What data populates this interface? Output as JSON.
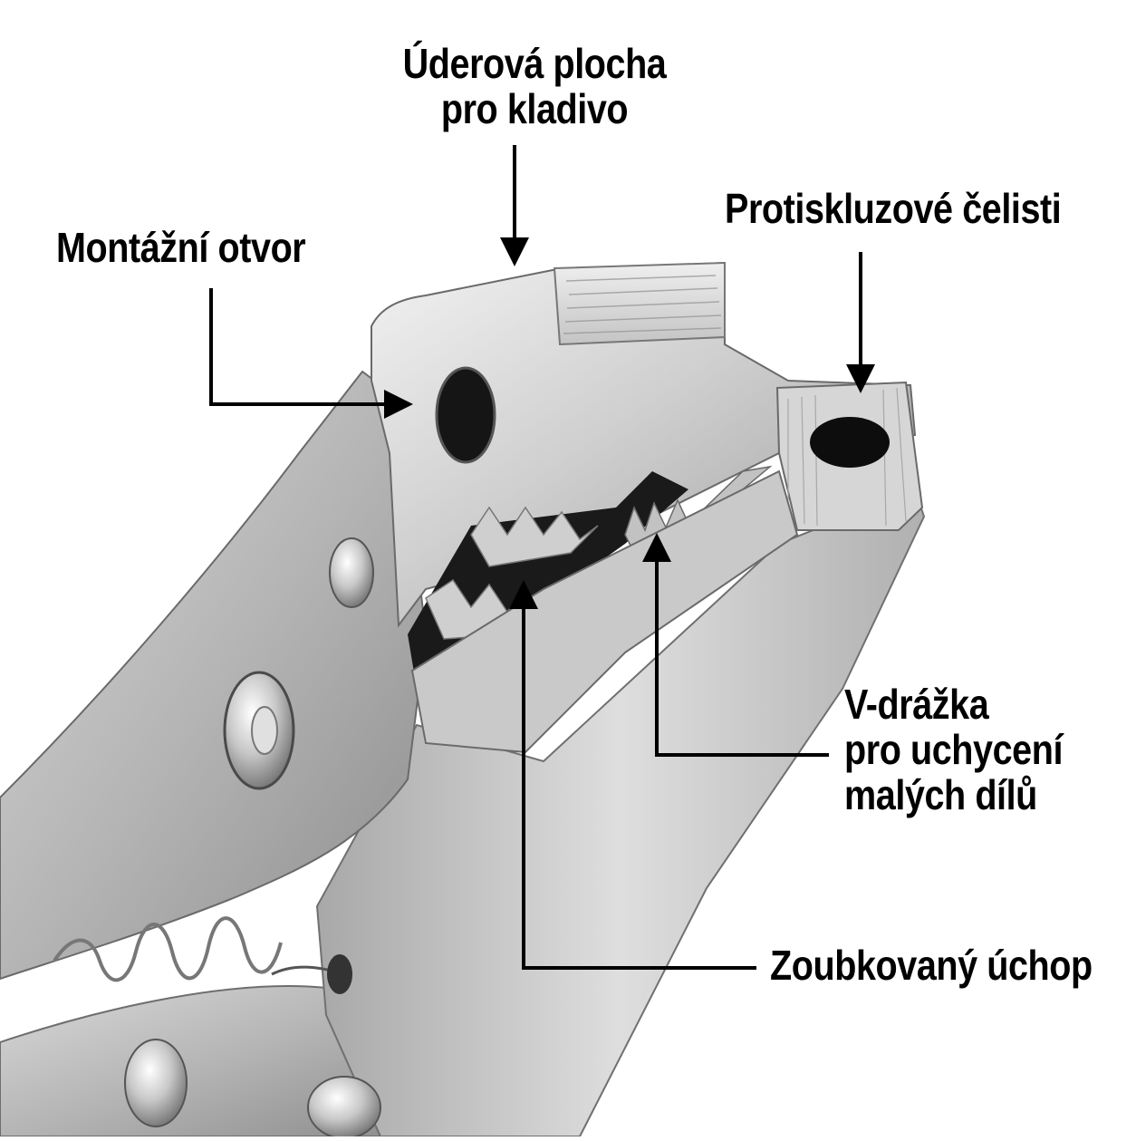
{
  "labels": {
    "hammer_face": {
      "line1": "Úderová plocha",
      "line2": "pro kladivo"
    },
    "mounting_hole": "Montážní otvor",
    "anti_slip_jaws": "Protiskluzové čelisti",
    "v_groove": {
      "line1": "V-drážka",
      "line2": "pro uchycení",
      "line3": "malých dílů"
    },
    "serrated_grip": "Zoubkovaný úchop"
  },
  "colors": {
    "background": "#ffffff",
    "text": "#000000",
    "metal_light": "#e6e6e6",
    "metal_mid": "#bdbdbd",
    "metal_dark": "#7a7a7a",
    "shadow": "#1a1a1a"
  }
}
